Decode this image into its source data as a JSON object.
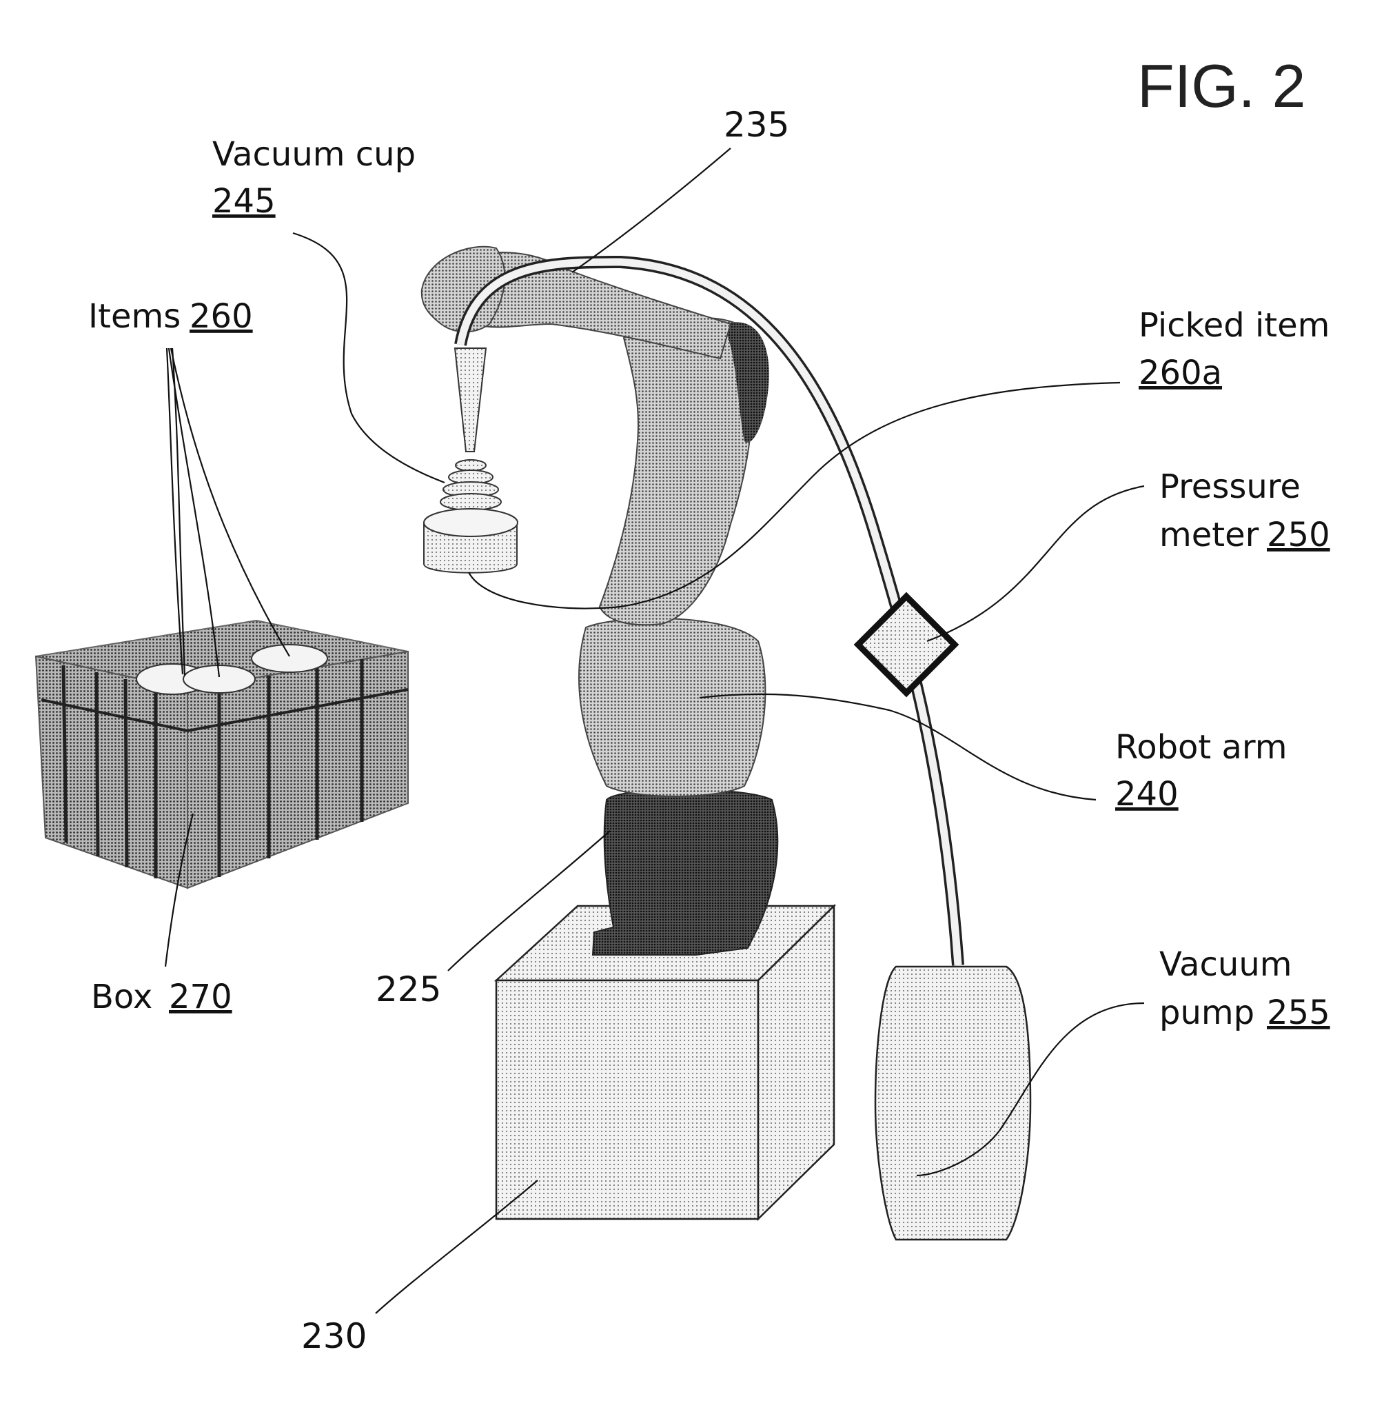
{
  "figure": {
    "title": "FIG. 2"
  },
  "labels": {
    "vacuum_cup": {
      "text": "Vacuum cup",
      "ref": "245"
    },
    "items": {
      "text": "Items",
      "ref": "260"
    },
    "box": {
      "text": "Box",
      "ref": "270"
    },
    "picked_item": {
      "text": "Picked item",
      "ref": "260a"
    },
    "pressure_meter": {
      "line1": "Pressure",
      "line2": "meter",
      "ref": "250"
    },
    "robot_arm": {
      "text": "Robot arm",
      "ref": "240"
    },
    "vacuum_pump": {
      "line1": "Vacuum",
      "line2": "pump",
      "ref": "255"
    },
    "hose": {
      "ref": "235"
    },
    "robot_base": {
      "ref": "225"
    },
    "pedestal": {
      "ref": "230"
    }
  },
  "colors": {
    "ink": "#111111",
    "dark_shade": "#3a3a3a",
    "mid_shade": "#8a8a8a",
    "light_shade": "#d6d6d6"
  }
}
